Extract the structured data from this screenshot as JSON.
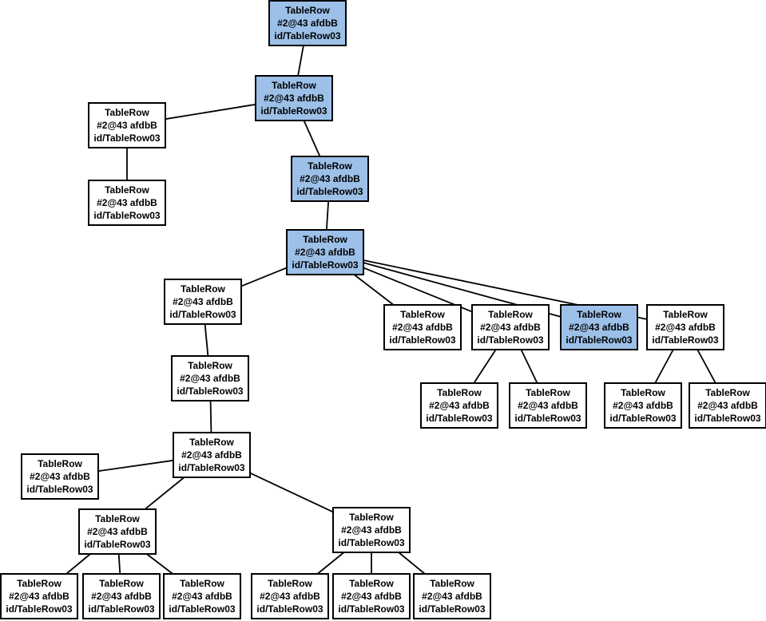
{
  "colors": {
    "highlight_fill": "#9cc0e8",
    "normal_fill": "#ffffff",
    "border": "#000000",
    "edge": "#000000"
  },
  "nodes": [
    {
      "id": "n1",
      "highlighted": true,
      "lines": [
        "TableRow",
        "#2@43 afdbB",
        "id/TableRow03"
      ]
    },
    {
      "id": "n2",
      "highlighted": true,
      "lines": [
        "TableRow",
        "#2@43 afdbB",
        "id/TableRow03"
      ]
    },
    {
      "id": "n3",
      "highlighted": false,
      "lines": [
        "TableRow",
        "#2@43 afdbB",
        "id/TableRow03"
      ]
    },
    {
      "id": "n4",
      "highlighted": false,
      "lines": [
        "TableRow",
        "#2@43 afdbB",
        "id/TableRow03"
      ]
    },
    {
      "id": "n5",
      "highlighted": true,
      "lines": [
        "TableRow",
        "#2@43 afdbB",
        "id/TableRow03"
      ]
    },
    {
      "id": "n6",
      "highlighted": true,
      "lines": [
        "TableRow",
        "#2@43 afdbB",
        "id/TableRow03"
      ]
    },
    {
      "id": "n7",
      "highlighted": false,
      "lines": [
        "TableRow",
        "#2@43 afdbB",
        "id/TableRow03"
      ]
    },
    {
      "id": "n8",
      "highlighted": false,
      "lines": [
        "TableRow",
        "#2@43 afdbB",
        "id/TableRow03"
      ]
    },
    {
      "id": "n9",
      "highlighted": false,
      "lines": [
        "TableRow",
        "#2@43 afdbB",
        "id/TableRow03"
      ]
    },
    {
      "id": "n10",
      "highlighted": true,
      "lines": [
        "TableRow",
        "#2@43 afdbB",
        "id/TableRow03"
      ]
    },
    {
      "id": "n11",
      "highlighted": false,
      "lines": [
        "TableRow",
        "#2@43 afdbB",
        "id/TableRow03"
      ]
    },
    {
      "id": "n12",
      "highlighted": false,
      "lines": [
        "TableRow",
        "#2@43 afdbB",
        "id/TableRow03"
      ]
    },
    {
      "id": "n13",
      "highlighted": false,
      "lines": [
        "TableRow",
        "#2@43 afdbB",
        "id/TableRow03"
      ]
    },
    {
      "id": "n14",
      "highlighted": false,
      "lines": [
        "TableRow",
        "#2@43 afdbB",
        "id/TableRow03"
      ]
    },
    {
      "id": "n15",
      "highlighted": false,
      "lines": [
        "TableRow",
        "#2@43 afdbB",
        "id/TableRow03"
      ]
    },
    {
      "id": "n16",
      "highlighted": false,
      "lines": [
        "TableRow",
        "#2@43 afdbB",
        "id/TableRow03"
      ]
    },
    {
      "id": "n17",
      "highlighted": false,
      "lines": [
        "TableRow",
        "#2@43 afdbB",
        "id/TableRow03"
      ]
    },
    {
      "id": "n18",
      "highlighted": false,
      "lines": [
        "TableRow",
        "#2@43 afdbB",
        "id/TableRow03"
      ]
    },
    {
      "id": "n19",
      "highlighted": false,
      "lines": [
        "TableRow",
        "#2@43 afdbB",
        "id/TableRow03"
      ]
    },
    {
      "id": "n20",
      "highlighted": false,
      "lines": [
        "TableRow",
        "#2@43 afdbB",
        "id/TableRow03"
      ]
    },
    {
      "id": "n21",
      "highlighted": false,
      "lines": [
        "TableRow",
        "#2@43 afdbB",
        "id/TableRow03"
      ]
    },
    {
      "id": "n22",
      "highlighted": false,
      "lines": [
        "TableRow",
        "#2@43 afdbB",
        "id/TableRow03"
      ]
    },
    {
      "id": "n23",
      "highlighted": false,
      "lines": [
        "TableRow",
        "#2@43 afdbB",
        "id/TableRow03"
      ]
    },
    {
      "id": "n24",
      "highlighted": false,
      "lines": [
        "TableRow",
        "#2@43 afdbB",
        "id/TableRow03"
      ]
    },
    {
      "id": "n25",
      "highlighted": false,
      "lines": [
        "TableRow",
        "#2@43 afdbB",
        "id/TableRow03"
      ]
    },
    {
      "id": "n26",
      "highlighted": false,
      "lines": [
        "TableRow",
        "#2@43 afdbB",
        "id/TableRow03"
      ]
    }
  ],
  "edges": [
    [
      "n1",
      "n2"
    ],
    [
      "n2",
      "n3"
    ],
    [
      "n3",
      "n4"
    ],
    [
      "n2",
      "n5"
    ],
    [
      "n5",
      "n6"
    ],
    [
      "n6",
      "n7"
    ],
    [
      "n6",
      "n8"
    ],
    [
      "n6",
      "n9"
    ],
    [
      "n6",
      "n10"
    ],
    [
      "n6",
      "n11"
    ],
    [
      "n9",
      "n12"
    ],
    [
      "n9",
      "n13"
    ],
    [
      "n11",
      "n14"
    ],
    [
      "n11",
      "n15"
    ],
    [
      "n7",
      "n16"
    ],
    [
      "n16",
      "n17"
    ],
    [
      "n17",
      "n18"
    ],
    [
      "n17",
      "n19"
    ],
    [
      "n17",
      "n20"
    ],
    [
      "n19",
      "n21"
    ],
    [
      "n19",
      "n22"
    ],
    [
      "n19",
      "n23"
    ],
    [
      "n20",
      "n24"
    ],
    [
      "n20",
      "n25"
    ],
    [
      "n20",
      "n26"
    ]
  ]
}
